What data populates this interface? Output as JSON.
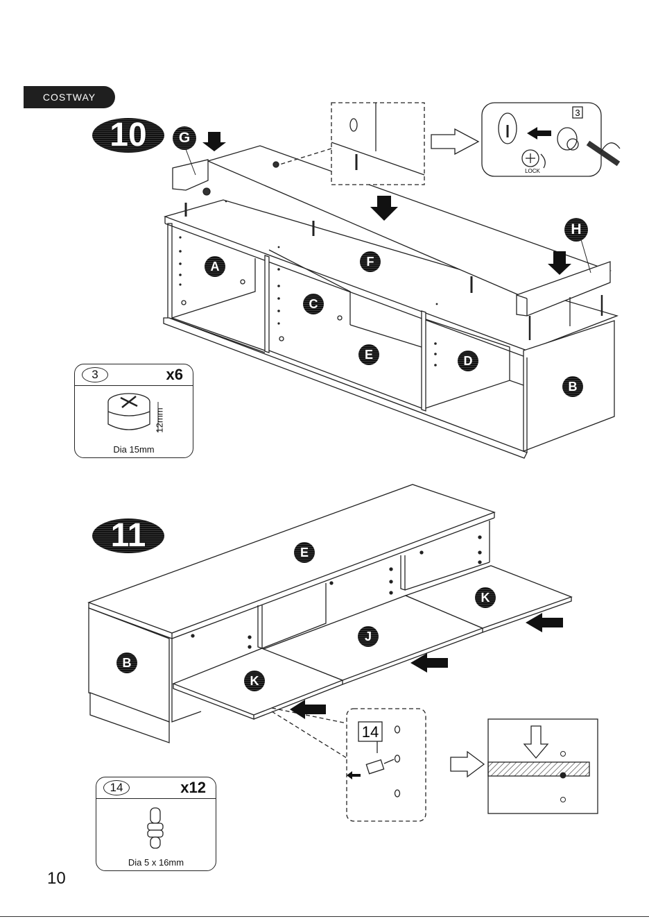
{
  "brand": {
    "name": "COSTWAY"
  },
  "step10": {
    "number": "10",
    "labels": {
      "G": "G",
      "H": "H",
      "A": "A",
      "F": "F",
      "C": "C",
      "E": "E",
      "D": "D",
      "B": "B"
    },
    "hardware_ref": "3",
    "lock_text": "LOCK",
    "part": {
      "num": "3",
      "qty": "x6",
      "size_label": "12mm",
      "caption": "Dia 15mm"
    }
  },
  "step11": {
    "number": "11",
    "labels": {
      "E": "E",
      "B": "B",
      "K_left": "K",
      "J": "J",
      "K_right": "K"
    },
    "detail_ref": "14",
    "part": {
      "num": "14",
      "qty": "x12",
      "caption": "Dia 5 x 16mm"
    }
  },
  "page": {
    "number": "10"
  }
}
